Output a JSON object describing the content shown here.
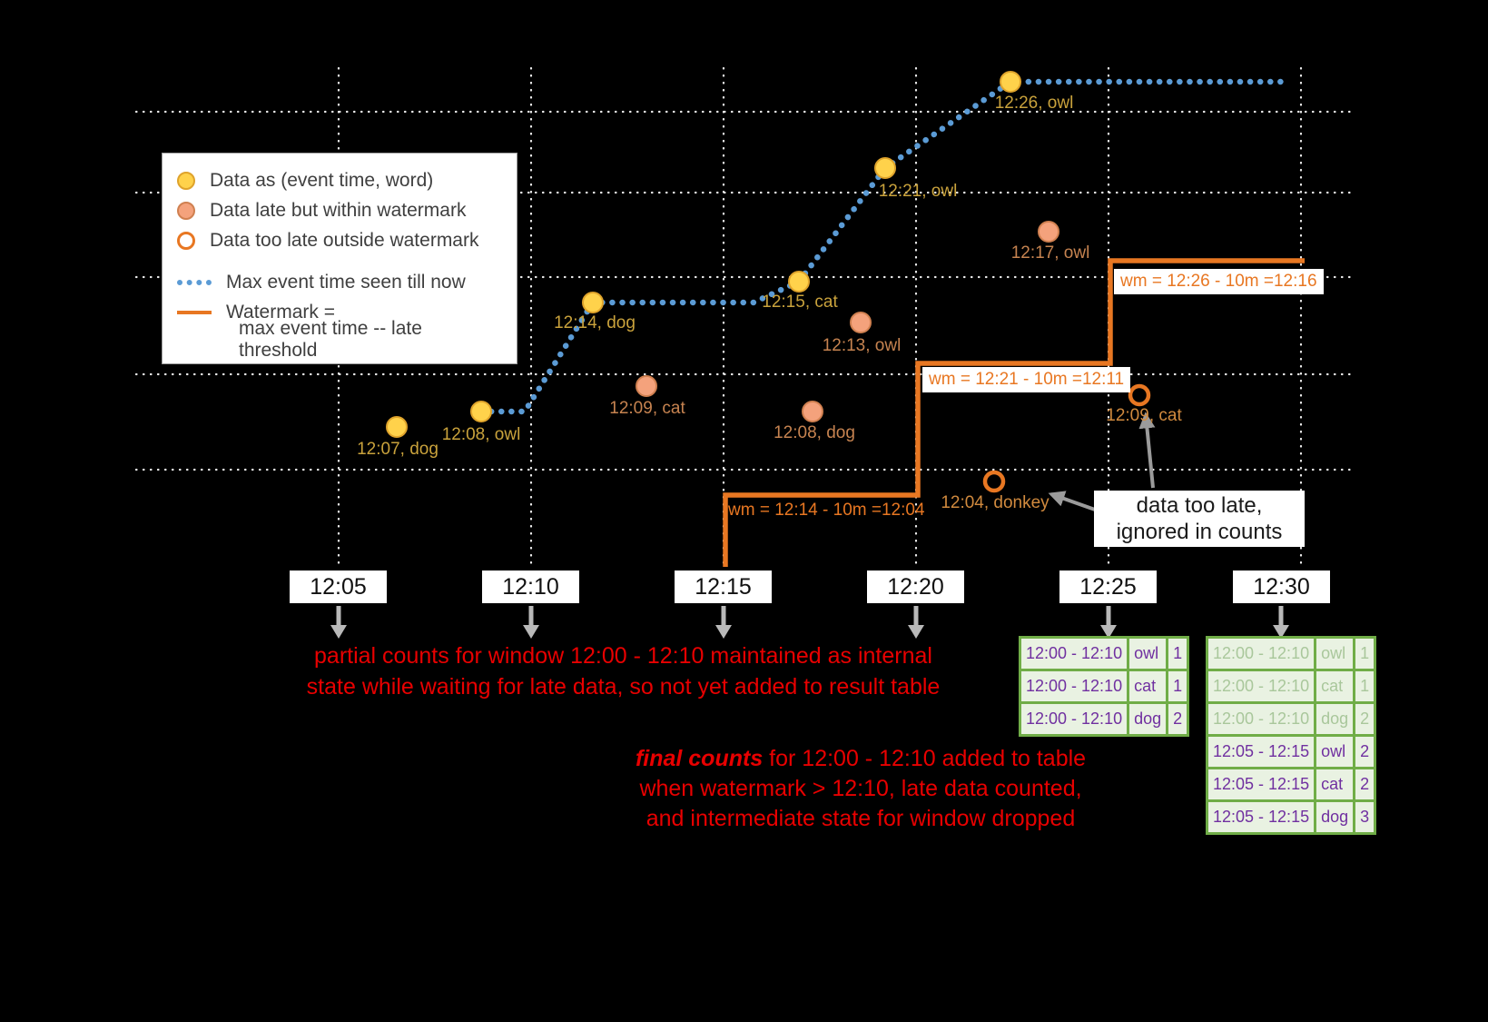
{
  "chart_data": {
    "type": "scatter",
    "x_ticks": [
      "12:05",
      "12:10",
      "12:15",
      "12:20",
      "12:25",
      "12:30"
    ],
    "points": {
      "on_time": [
        {
          "label": "12:07, dog"
        },
        {
          "label": "12:08, owl"
        },
        {
          "label": "12:14, dog"
        },
        {
          "label": "12:15, cat"
        },
        {
          "label": "12:21, owl"
        },
        {
          "label": "12:26, owl"
        }
      ],
      "late_within_watermark": [
        {
          "label": "12:09, cat"
        },
        {
          "label": "12:08, dog"
        },
        {
          "label": "12:13, owl"
        },
        {
          "label": "12:17, owl"
        }
      ],
      "too_late": [
        {
          "label": "12:04, donkey"
        },
        {
          "label": "12:09, cat"
        }
      ]
    },
    "watermark_steps": [
      "wm = 12:14 - 10m =12:04",
      "wm = 12:21 - 10m =12:11",
      "wm = 12:26 - 10m =12:16"
    ]
  },
  "legend": {
    "on_time": "Data as (event time, word)",
    "late": "Data late but within watermark",
    "too_late": "Data too late outside watermark",
    "max_event": "Max event time seen till now",
    "watermark_l1": "Watermark =",
    "watermark_l2": "max event time -- late threshold"
  },
  "annotations": {
    "partial_l1": "partial counts for window 12:00 - 12:10 maintained as internal",
    "partial_l2": "state while waiting for late data, so not yet added  to result table",
    "final_emph": "final counts",
    "final_rest": " for 12:00 - 12:10 added to table when watermark > 12:10, late data counted, and intermediate state for window dropped",
    "final_l1_rest": " for 12:00 - 12:10 added to table",
    "final_l2": "when watermark > 12:10, late data counted,",
    "final_l3": "and intermediate state for window dropped",
    "too_late_l1": "data too late,",
    "too_late_l2": "ignored in counts"
  },
  "result_tables": {
    "at_1225": [
      {
        "window": "12:00 - 12:10",
        "word": "owl",
        "count": "1"
      },
      {
        "window": "12:00 - 12:10",
        "word": "cat",
        "count": "1"
      },
      {
        "window": "12:00 - 12:10",
        "word": "dog",
        "count": "2"
      }
    ],
    "at_1230": [
      {
        "window": "12:00 - 12:10",
        "word": "owl",
        "count": "1"
      },
      {
        "window": "12:00 - 12:10",
        "word": "cat",
        "count": "1"
      },
      {
        "window": "12:00 - 12:10",
        "word": "dog",
        "count": "2"
      },
      {
        "window": "12:05 - 12:15",
        "word": "owl",
        "count": "2"
      },
      {
        "window": "12:05 - 12:15",
        "word": "cat",
        "count": "2"
      },
      {
        "window": "12:05 - 12:15",
        "word": "dog",
        "count": "3"
      }
    ]
  },
  "colors": {
    "background": "#000000",
    "on_time_dot": "#FFD24B",
    "late_dot": "#F4A27C",
    "too_late_ring": "#E87722",
    "max_event_line": "#5B9BD5",
    "watermark_line": "#E87722",
    "annotation_red": "#E80000",
    "table_border_green": "#70AD47",
    "table_bg_green": "#E9F2E2",
    "table_text_purple": "#7030A0"
  }
}
